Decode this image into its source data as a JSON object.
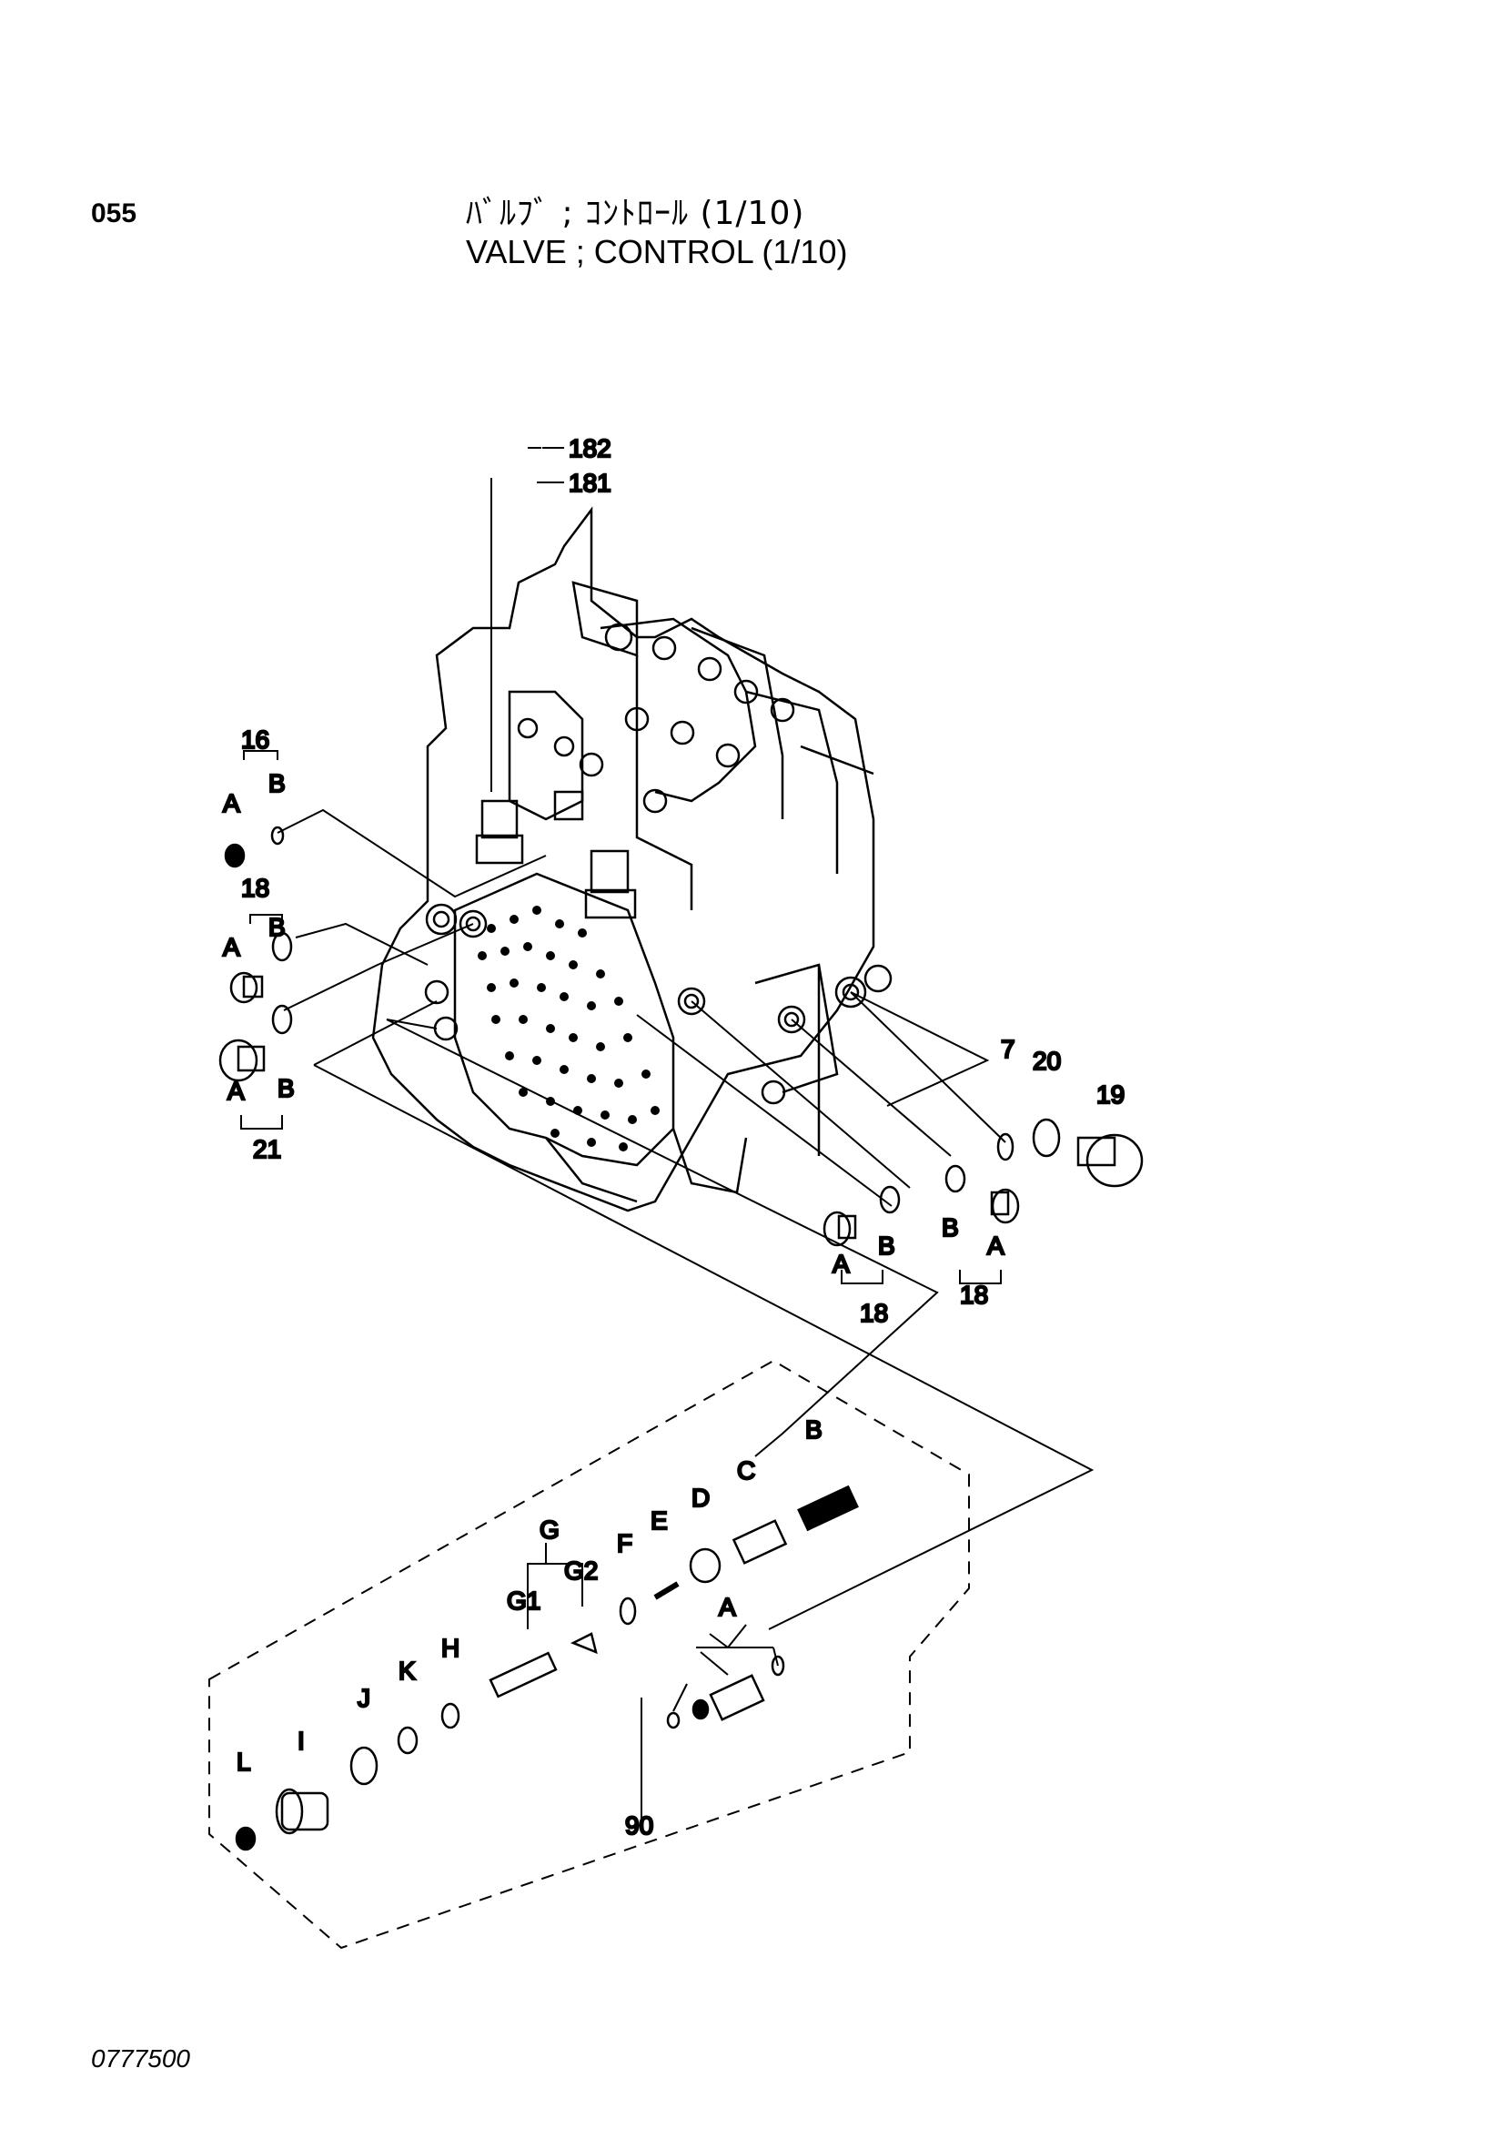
{
  "header": {
    "page_number": "055",
    "title_jp": "ﾊﾞﾙﾌﾞ ; ｺﾝﾄﾛｰﾙ (1/10)",
    "title_en": "VALVE ; CONTROL (1/10)"
  },
  "footer": {
    "code": "0777500"
  },
  "callouts": {
    "c182": "182",
    "c181": "181",
    "c16": "16",
    "c18a": "18",
    "c21": "21",
    "c7": "7",
    "c20": "20",
    "c19": "19",
    "c18b": "18",
    "c18c": "18",
    "c90": "90",
    "A": "A",
    "B": "B",
    "C": "C",
    "D": "D",
    "E": "E",
    "F": "F",
    "G": "G",
    "G1": "G1",
    "G2": "G2",
    "H": "H",
    "I": "I",
    "J": "J",
    "K": "K",
    "L": "L"
  }
}
